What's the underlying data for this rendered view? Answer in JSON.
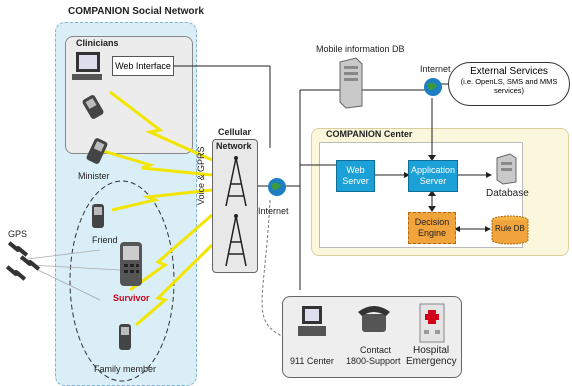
{
  "network_panel": {
    "title": "COMPANION Social Network"
  },
  "clinicians": {
    "title": "Clinicians",
    "web_interface": "Web Interface"
  },
  "roles": {
    "minister": "Minister",
    "friend": "Friend",
    "survivor": "Survivor",
    "family": "Family member",
    "gps": "GPS"
  },
  "cellular": {
    "line1": "Cellular",
    "line2": "Network",
    "vertical": "Voice & GPRS"
  },
  "internet_left": "Internet",
  "internet_top": "Internet",
  "mobile_db": "Mobile information DB",
  "external": {
    "title": "External Services",
    "sub1": "(i.e. OpenLS, SMS and MMS",
    "sub2": "services)"
  },
  "center": {
    "title": "COMPANION Center",
    "web_server": [
      "Web",
      "Server"
    ],
    "app_server": [
      "Application",
      "Server"
    ],
    "database": "Database",
    "decision": [
      "Decision",
      "Engine"
    ],
    "rule_db": "Rule DB"
  },
  "emergency": {
    "center_911": "911 Center",
    "contact_1": "Contact",
    "contact_2": "1800-Support",
    "hospital_1": "Hospital",
    "hospital_2": "Emergency"
  },
  "colors": {
    "survivor": "#d0021b",
    "server_blue": "#1ba1d8",
    "engine_orange": "#f1a33c",
    "lightning": "#f2e500"
  }
}
